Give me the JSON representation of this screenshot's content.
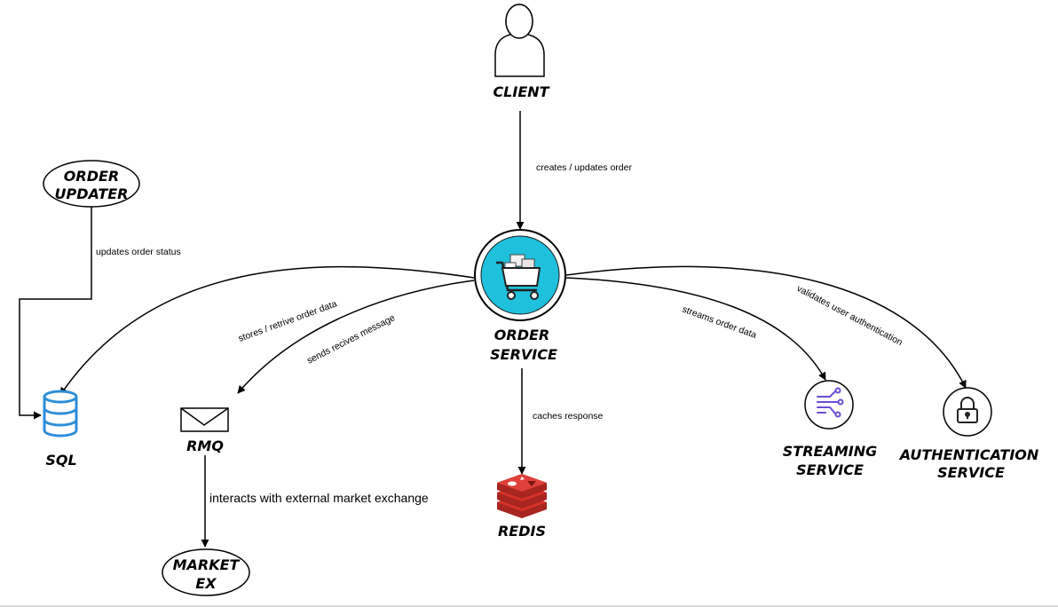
{
  "nodes": {
    "client": "CLIENT",
    "order_service": [
      "ORDER",
      "SERVICE"
    ],
    "order_updater": [
      "ORDER",
      "UPDATER"
    ],
    "sql": "SQL",
    "rmq": "RMQ",
    "market_ex": [
      "MARKET",
      "EX"
    ],
    "redis": "REDIS",
    "streaming_service": [
      "STREAMING",
      "SERVICE"
    ],
    "authentication_service": [
      "AUTHENTICATION",
      "SERVICE"
    ]
  },
  "edges": {
    "client_to_order": "creates / updates order",
    "updater_to_sql": "updates order status",
    "order_to_sql": "stores / retrive order data",
    "order_to_rmq": "sends recives message",
    "rmq_to_market": "interacts with external market exchange",
    "order_to_redis": "caches response",
    "order_to_streaming": "streams order data",
    "order_to_auth": "validates user authentication"
  },
  "colors": {
    "cart_circle": "#1fc0dc",
    "sql_icon": "#2b8ed8",
    "redis_red": "#d8312a",
    "streaming_purple": "#6b4ed8",
    "line": "#000000"
  },
  "icons": {
    "client": "person-icon",
    "order_service": "shopping-cart-icon",
    "sql": "database-icon",
    "rmq": "envelope-icon",
    "redis": "redis-icon",
    "streaming_service": "streaming-icon",
    "authentication_service": "lock-icon"
  }
}
